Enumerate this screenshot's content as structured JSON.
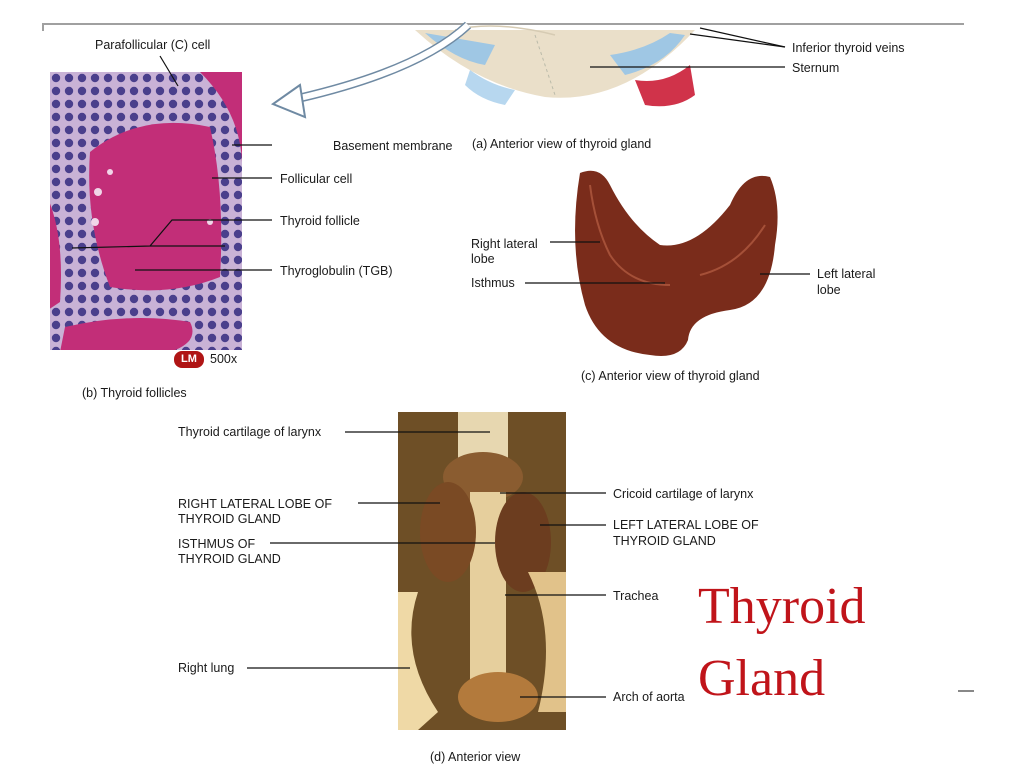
{
  "slide_title": [
    "Thyroid",
    "Gland"
  ],
  "colors": {
    "title": "#c0141a",
    "lines": "#111111",
    "rule": "#a0a0a0"
  },
  "labels": {
    "parafollicular": "Parafollicular (C) cell",
    "inferior_veins": "Inferior thyroid veins",
    "sternum": "Sternum",
    "basement": "Basement membrane",
    "caption_a": "(a) Anterior view of thyroid gland",
    "follicular_cell": "Follicular cell",
    "thyroid_follicle": "Thyroid follicle",
    "thyroglobulin": "Thyroglobulin (TGB)",
    "right_lateral_lobe": [
      "Right lateral",
      "lobe"
    ],
    "isthmus": "Isthmus",
    "left_lateral_lobe": [
      "Left lateral",
      "lobe"
    ],
    "lm": "LM",
    "magnification": "500x",
    "caption_b": "(b) Thyroid follicles",
    "caption_c": "(c) Anterior view of thyroid gland",
    "thyroid_cartilage": "Thyroid cartilage of larynx",
    "right_lobe_caps": [
      "RIGHT LATERAL LOBE OF",
      "THYROID GLAND"
    ],
    "isthmus_caps": [
      "ISTHMUS OF",
      "THYROID GLAND"
    ],
    "cricoid": "Cricoid cartilage of larynx",
    "left_lobe_caps": [
      "LEFT LATERAL LOBE OF",
      "THYROID GLAND"
    ],
    "trachea": "Trachea",
    "right_lung": "Right lung",
    "aorta": "Arch of aorta",
    "caption_d": "(d) Anterior view"
  }
}
